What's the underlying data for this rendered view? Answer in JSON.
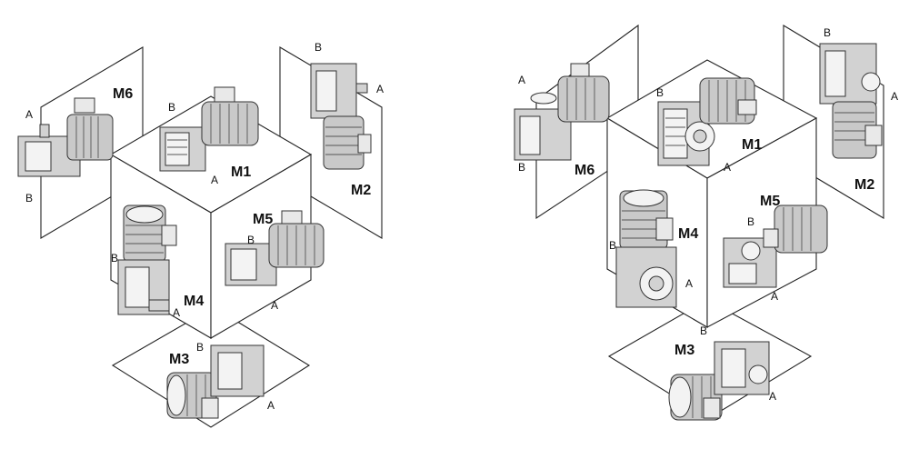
{
  "left_diagram": {
    "positions": [
      {
        "id": "M1",
        "label": "M1",
        "side_a": "A",
        "side_b": "B"
      },
      {
        "id": "M2",
        "label": "M2",
        "side_a": "A",
        "side_b": "B"
      },
      {
        "id": "M3",
        "label": "M3",
        "side_a": "A",
        "side_b": "B"
      },
      {
        "id": "M4",
        "label": "M4",
        "side_a": "A",
        "side_b": "B"
      },
      {
        "id": "M5",
        "label": "M5",
        "side_a": "A",
        "side_b": "B"
      },
      {
        "id": "M6",
        "label": "M6",
        "side_a": "A",
        "side_b": "B"
      }
    ]
  },
  "right_diagram": {
    "positions": [
      {
        "id": "M1",
        "label": "M1",
        "side_a": "A",
        "side_b": "B"
      },
      {
        "id": "M2",
        "label": "M2",
        "side_a": "A",
        "side_b": "B"
      },
      {
        "id": "M3",
        "label": "M3",
        "side_a": "A",
        "side_b": "B"
      },
      {
        "id": "M4",
        "label": "M4",
        "side_a": "A",
        "side_b": "B"
      },
      {
        "id": "M5",
        "label": "M5",
        "side_a": "A",
        "side_b": "B"
      },
      {
        "id": "M6",
        "label": "M6",
        "side_a": "A",
        "side_b": "B"
      }
    ]
  }
}
